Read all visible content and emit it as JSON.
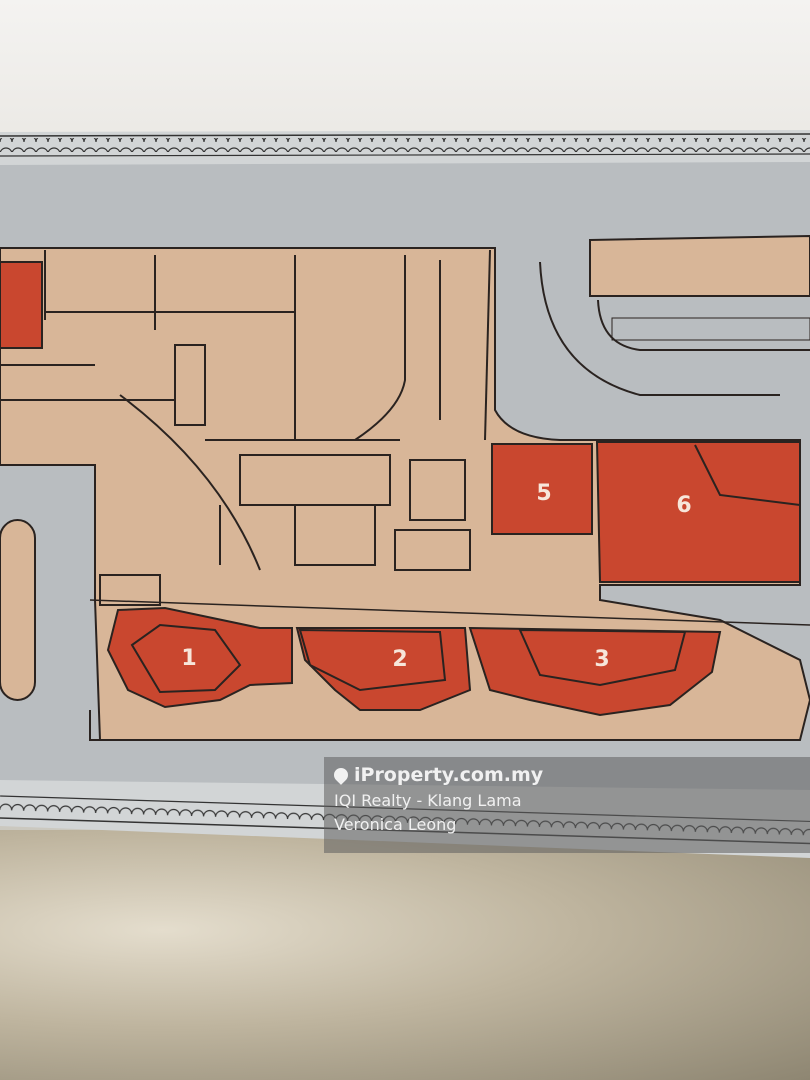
{
  "watermark": {
    "brand": "iProperty.com.my",
    "agency": "IQI Realty - Klang Lama",
    "agent": "Veronica Leong"
  },
  "floor_plan": {
    "units": [
      {
        "label": "1"
      },
      {
        "label": "2"
      },
      {
        "label": "3"
      },
      {
        "label": "5"
      },
      {
        "label": "6"
      }
    ],
    "colors": {
      "highlight_unit": "#c9472f",
      "building": "#d8b698",
      "ground": "#b9bdc0",
      "line": "#2a2320"
    }
  }
}
